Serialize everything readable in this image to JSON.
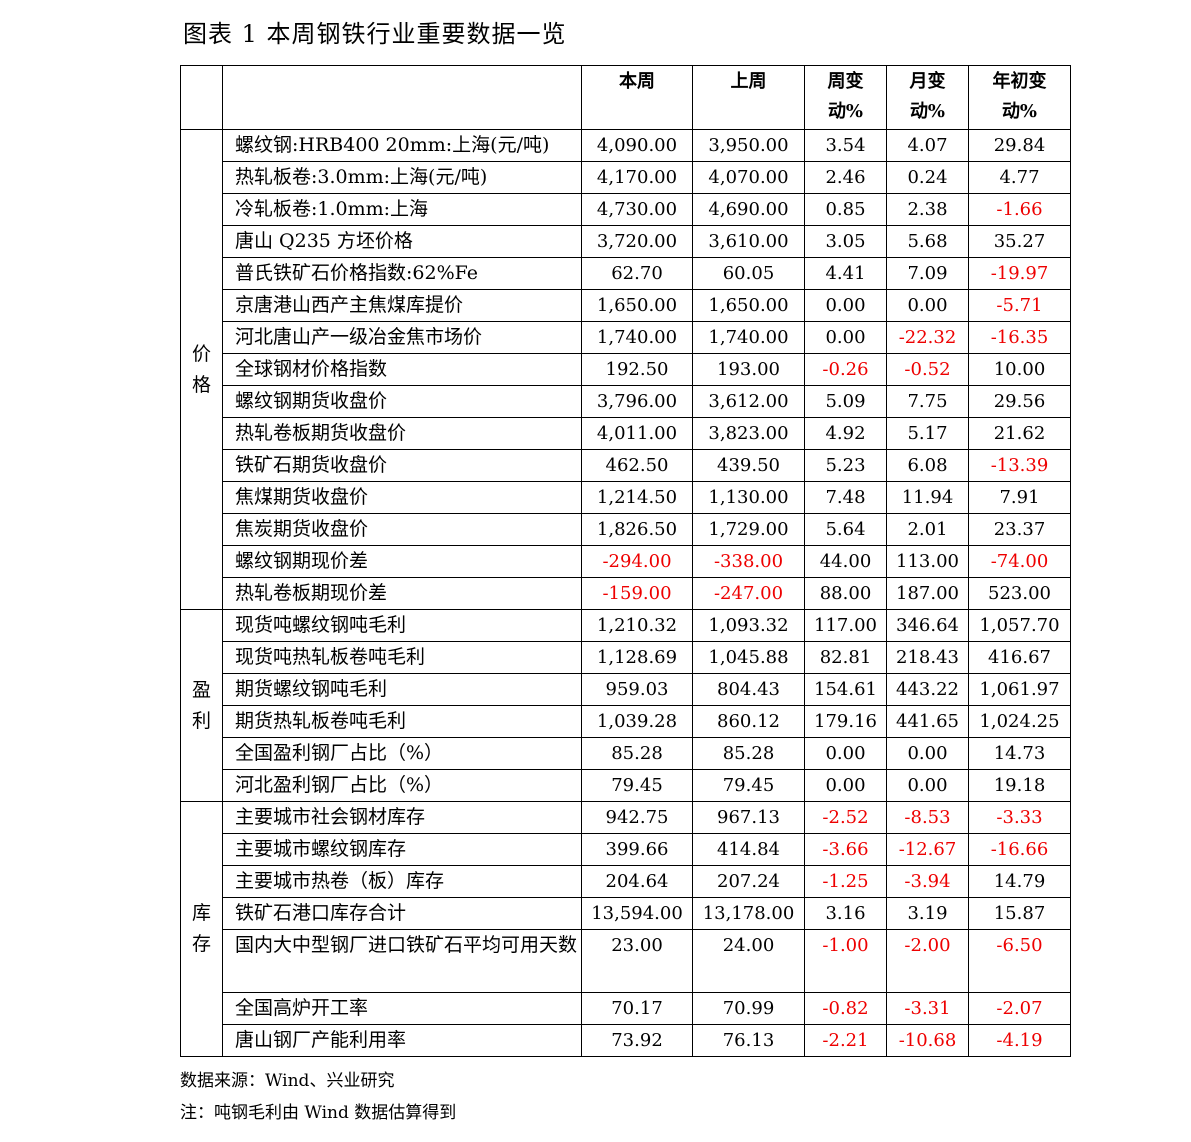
{
  "title": "图表 1 本周钢铁行业重要数据一览",
  "headers": [
    "本周",
    "上周",
    "周变动%",
    "月变动%",
    "年初变动%"
  ],
  "header_lines": [
    [
      "本周"
    ],
    [
      "上周"
    ],
    [
      "周变",
      "动%"
    ],
    [
      "月变",
      "动%"
    ],
    [
      "年初变",
      "动%"
    ]
  ],
  "sections": [
    {
      "name": "价格",
      "chars": [
        "价",
        "格"
      ],
      "rows": [
        {
          "label": "螺纹钢:HRB400 20mm:上海(元/吨)",
          "values": [
            "4,090.00",
            "3,950.00",
            "3.54",
            "4.07",
            "29.84"
          ]
        },
        {
          "label": "热轧板卷:3.0mm:上海(元/吨)",
          "values": [
            "4,170.00",
            "4,070.00",
            "2.46",
            "0.24",
            "4.77"
          ]
        },
        {
          "label": "冷轧板卷:1.0mm:上海",
          "values": [
            "4,730.00",
            "4,690.00",
            "0.85",
            "2.38",
            "-1.66"
          ]
        },
        {
          "label": "唐山 Q235 方坯价格",
          "values": [
            "3,720.00",
            "3,610.00",
            "3.05",
            "5.68",
            "35.27"
          ]
        },
        {
          "label": "普氏铁矿石价格指数:62%Fe",
          "values": [
            "62.70",
            "60.05",
            "4.41",
            "7.09",
            "-19.97"
          ]
        },
        {
          "label": "京唐港山西产主焦煤库提价",
          "values": [
            "1,650.00",
            "1,650.00",
            "0.00",
            "0.00",
            "-5.71"
          ]
        },
        {
          "label": "河北唐山产一级冶金焦市场价",
          "values": [
            "1,740.00",
            "1,740.00",
            "0.00",
            "-22.32",
            "-16.35"
          ]
        },
        {
          "label": "全球钢材价格指数",
          "values": [
            "192.50",
            "193.00",
            "-0.26",
            "-0.52",
            "10.00"
          ]
        },
        {
          "label": "螺纹钢期货收盘价",
          "values": [
            "3,796.00",
            "3,612.00",
            "5.09",
            "7.75",
            "29.56"
          ]
        },
        {
          "label": "热轧卷板期货收盘价",
          "values": [
            "4,011.00",
            "3,823.00",
            "4.92",
            "5.17",
            "21.62"
          ]
        },
        {
          "label": "铁矿石期货收盘价",
          "values": [
            "462.50",
            "439.50",
            "5.23",
            "6.08",
            "-13.39"
          ]
        },
        {
          "label": "焦煤期货收盘价",
          "values": [
            "1,214.50",
            "1,130.00",
            "7.48",
            "11.94",
            "7.91"
          ]
        },
        {
          "label": "焦炭期货收盘价",
          "values": [
            "1,826.50",
            "1,729.00",
            "5.64",
            "2.01",
            "23.37"
          ]
        },
        {
          "label": "螺纹钢期现价差",
          "values": [
            "-294.00",
            "-338.00",
            "44.00",
            "113.00",
            "-74.00"
          ]
        },
        {
          "label": "热轧卷板期现价差",
          "values": [
            "-159.00",
            "-247.00",
            "88.00",
            "187.00",
            "523.00"
          ]
        }
      ]
    },
    {
      "name": "盈利",
      "chars": [
        "盈",
        "利"
      ],
      "rows": [
        {
          "label": "现货吨螺纹钢吨毛利",
          "values": [
            "1,210.32",
            "1,093.32",
            "117.00",
            "346.64",
            "1,057.70"
          ]
        },
        {
          "label": "现货吨热轧板卷吨毛利",
          "values": [
            "1,128.69",
            "1,045.88",
            "82.81",
            "218.43",
            "416.67"
          ]
        },
        {
          "label": "期货螺纹钢吨毛利",
          "values": [
            "959.03",
            "804.43",
            "154.61",
            "443.22",
            "1,061.97"
          ]
        },
        {
          "label": "期货热轧板卷吨毛利",
          "values": [
            "1,039.28",
            "860.12",
            "179.16",
            "441.65",
            "1,024.25"
          ]
        },
        {
          "label": "全国盈利钢厂占比（%）",
          "values": [
            "85.28",
            "85.28",
            "0.00",
            "0.00",
            "14.73"
          ]
        },
        {
          "label": "河北盈利钢厂占比（%）",
          "values": [
            "79.45",
            "79.45",
            "0.00",
            "0.00",
            "19.18"
          ]
        }
      ]
    },
    {
      "name": "库存",
      "chars": [
        "库",
        "存"
      ],
      "rows": [
        {
          "label": "主要城市社会钢材库存",
          "values": [
            "942.75",
            "967.13",
            "-2.52",
            "-8.53",
            "-3.33"
          ]
        },
        {
          "label": "主要城市螺纹钢库存",
          "values": [
            "399.66",
            "414.84",
            "-3.66",
            "-12.67",
            "-16.66"
          ]
        },
        {
          "label": "主要城市热卷（板）库存",
          "values": [
            "204.64",
            "207.24",
            "-1.25",
            "-3.94",
            "14.79"
          ]
        },
        {
          "label": "铁矿石港口库存合计",
          "values": [
            "13,594.00",
            "13,178.00",
            "3.16",
            "3.19",
            "15.87"
          ]
        },
        {
          "label": "国内大中型钢厂进口铁矿石平均可用天数",
          "tall": true,
          "values": [
            "23.00",
            "24.00",
            "-1.00",
            "-2.00",
            "-6.50"
          ]
        },
        {
          "label": "全国高炉开工率",
          "values": [
            "70.17",
            "70.99",
            "-0.82",
            "-3.31",
            "-2.07"
          ]
        },
        {
          "label": "唐山钢厂产能利用率",
          "values": [
            "73.92",
            "76.13",
            "-2.21",
            "-10.68",
            "-4.19"
          ]
        }
      ]
    }
  ],
  "footnotes": {
    "source": "数据来源：Wind、兴业研究",
    "note": "注：吨钢毛利由 Wind 数据估算得到"
  },
  "colors": {
    "negative": "#ee0000",
    "text": "#000000",
    "border": "#000000"
  }
}
